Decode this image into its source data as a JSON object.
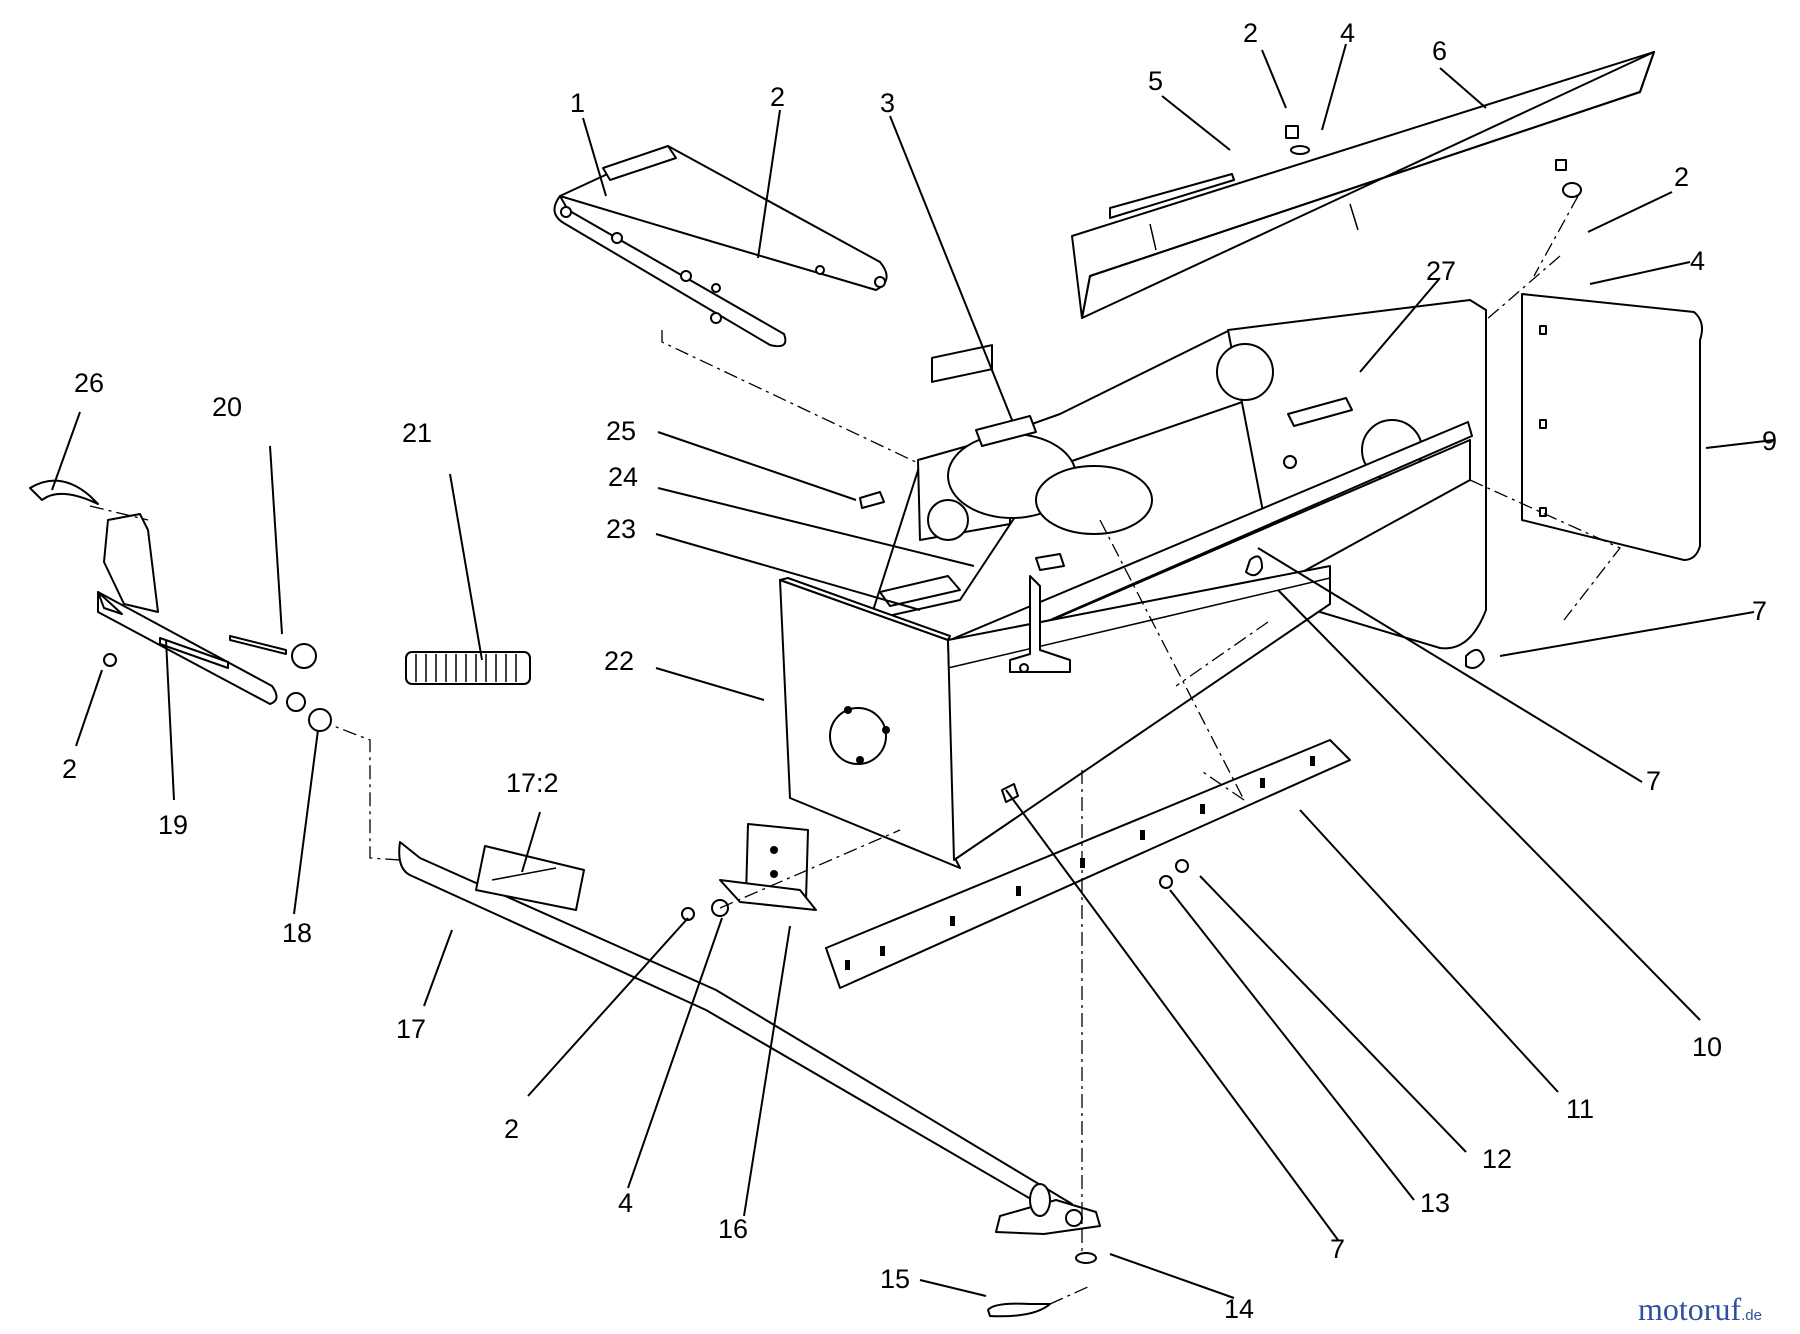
{
  "diagram": {
    "callouts": [
      {
        "id": "c1",
        "text": "1"
      },
      {
        "id": "c2a",
        "text": "2"
      },
      {
        "id": "c2b",
        "text": "2"
      },
      {
        "id": "c2c",
        "text": "2"
      },
      {
        "id": "c2d",
        "text": "2"
      },
      {
        "id": "c2e",
        "text": "2"
      },
      {
        "id": "c3",
        "text": "3"
      },
      {
        "id": "c4a",
        "text": "4"
      },
      {
        "id": "c4b",
        "text": "4"
      },
      {
        "id": "c4c",
        "text": "4"
      },
      {
        "id": "c5",
        "text": "5"
      },
      {
        "id": "c6",
        "text": "6"
      },
      {
        "id": "c7a",
        "text": "7"
      },
      {
        "id": "c7b",
        "text": "7"
      },
      {
        "id": "c7c",
        "text": "7"
      },
      {
        "id": "c9",
        "text": "9"
      },
      {
        "id": "c10",
        "text": "10"
      },
      {
        "id": "c11",
        "text": "11"
      },
      {
        "id": "c12",
        "text": "12"
      },
      {
        "id": "c13",
        "text": "13"
      },
      {
        "id": "c14",
        "text": "14"
      },
      {
        "id": "c15",
        "text": "15"
      },
      {
        "id": "c16",
        "text": "16"
      },
      {
        "id": "c17",
        "text": "17"
      },
      {
        "id": "c17b",
        "text": "17:2"
      },
      {
        "id": "c18",
        "text": "18"
      },
      {
        "id": "c19",
        "text": "19"
      },
      {
        "id": "c20",
        "text": "20"
      },
      {
        "id": "c21",
        "text": "21"
      },
      {
        "id": "c22",
        "text": "22"
      },
      {
        "id": "c23",
        "text": "23"
      },
      {
        "id": "c24",
        "text": "24"
      },
      {
        "id": "c25",
        "text": "25"
      },
      {
        "id": "c26",
        "text": "26"
      },
      {
        "id": "c27",
        "text": "27"
      }
    ]
  },
  "watermark": {
    "brand": "motoruf",
    "suffix": ".de",
    "brand_color": "#2f4f9f",
    "dot_color": "#e07b00"
  }
}
